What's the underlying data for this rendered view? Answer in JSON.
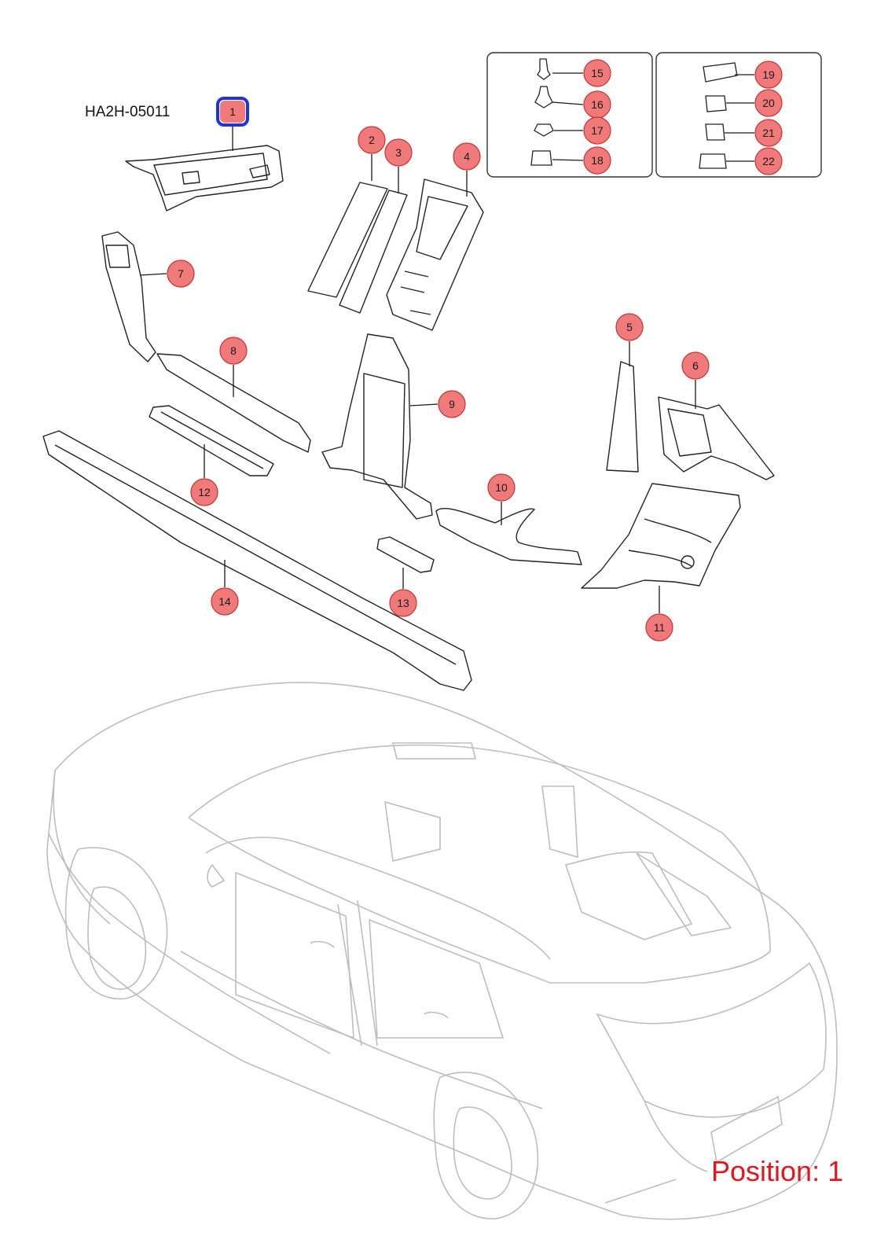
{
  "header": {
    "diagram_code": "HA2H-05011"
  },
  "footer": {
    "position_label": "Position: 1"
  },
  "selected_part": "1",
  "colors": {
    "callout_fill": "#f07a7a",
    "callout_stroke": "#c63333",
    "selection": "#1d33e0",
    "position_text": "#e8141b",
    "car_outline": "#b9b9b9"
  },
  "callouts": [
    {
      "label": "1"
    },
    {
      "label": "2"
    },
    {
      "label": "3"
    },
    {
      "label": "4"
    },
    {
      "label": "5"
    },
    {
      "label": "6"
    },
    {
      "label": "7"
    },
    {
      "label": "8"
    },
    {
      "label": "9"
    },
    {
      "label": "10"
    },
    {
      "label": "11"
    },
    {
      "label": "12"
    },
    {
      "label": "13"
    },
    {
      "label": "14"
    },
    {
      "label": "15"
    },
    {
      "label": "16"
    },
    {
      "label": "17"
    },
    {
      "label": "18"
    },
    {
      "label": "19"
    },
    {
      "label": "20"
    },
    {
      "label": "21"
    },
    {
      "label": "22"
    }
  ]
}
